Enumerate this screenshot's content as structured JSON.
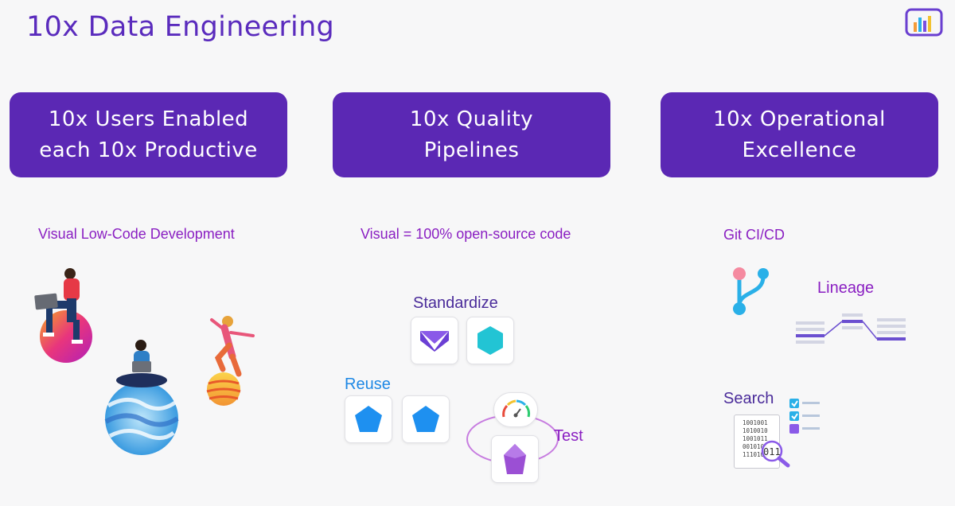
{
  "title": "10x Data Engineering",
  "columns": [
    {
      "header_line1": "10x Users Enabled",
      "header_line2": "each 10x Productive",
      "subtitle": "Visual Low-Code Development"
    },
    {
      "header_line1": "10x Quality",
      "header_line2": "Pipelines",
      "subtitle": "Visual = 100% open-source code",
      "labels": {
        "standardize": "Standardize",
        "reuse": "Reuse",
        "test": "Test"
      }
    },
    {
      "header_line1": "10x Operational",
      "header_line2": "Excellence",
      "subtitle": "Git CI/CD",
      "labels": {
        "lineage": "Lineage",
        "search": "Search"
      }
    }
  ],
  "binary_lines": [
    "1001001",
    "1010010",
    "1001011",
    "0010101",
    "1110100"
  ],
  "magnifier_text": "011",
  "colors": {
    "accent": "#5b28b4",
    "subtitle": "#8a1fc2",
    "reuse": "#1e88e5",
    "title": "#5a2bbd"
  },
  "icons": [
    "logo-icon",
    "person-laptop-icon",
    "planet-icon",
    "standardize-v-icon",
    "hexagon-icon",
    "pentagon-icon",
    "gauge-icon",
    "crystal-icon",
    "git-branch-icon",
    "lineage-icon",
    "checklist-icon",
    "magnifier-icon"
  ]
}
